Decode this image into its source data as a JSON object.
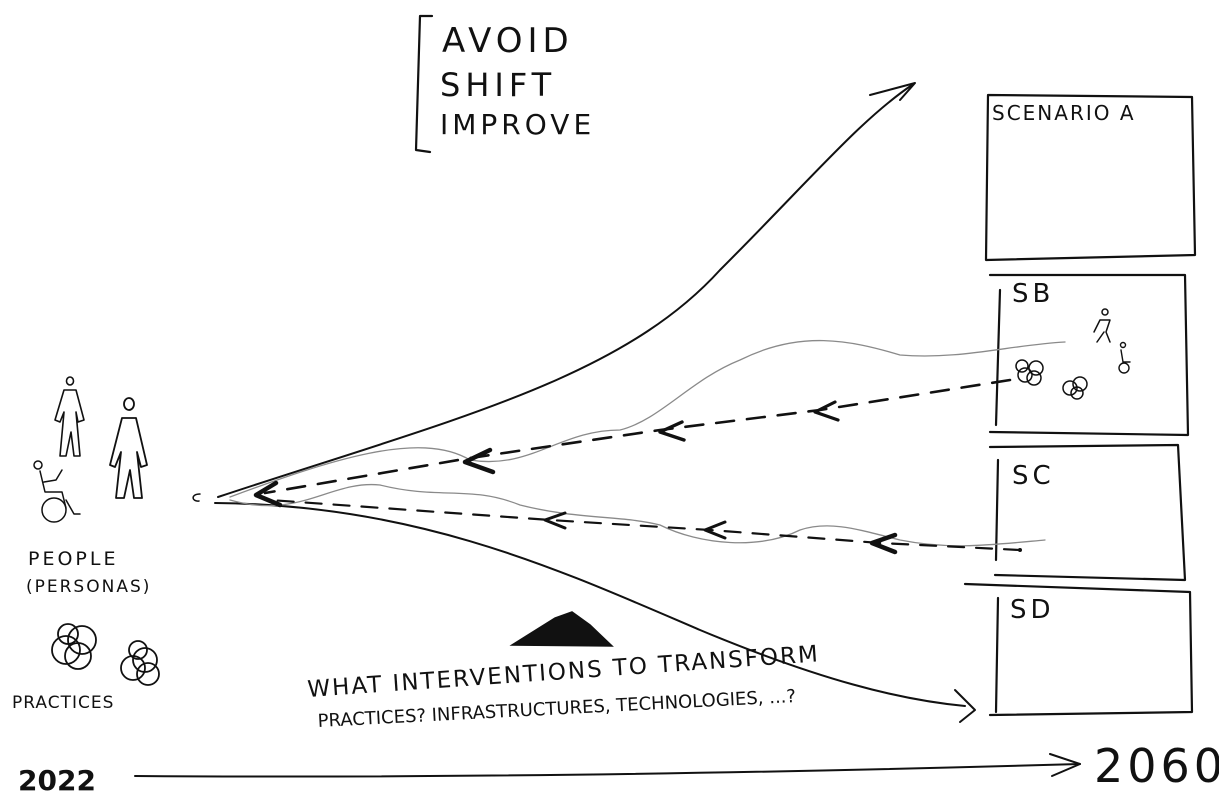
{
  "framework": {
    "lines": [
      "AVOID",
      "SHIFT",
      "IMPROVE"
    ]
  },
  "scenarios": [
    {
      "id": "a",
      "label": "SCENARIO A"
    },
    {
      "id": "b",
      "label": "SB"
    },
    {
      "id": "c",
      "label": "SC"
    },
    {
      "id": "d",
      "label": "SD"
    }
  ],
  "left_panel": {
    "people_line1": "PEOPLE",
    "people_line2": "(PERSONAS)",
    "practices": "PRACTICES"
  },
  "question": {
    "line1": "WHAT INTERVENTIONS TO TRANSFORM",
    "line2": "PRACTICES? INFRASTRUCTURES, TECHNOLOGIES, ...?"
  },
  "timeline": {
    "start": "2022",
    "end": "2060"
  }
}
